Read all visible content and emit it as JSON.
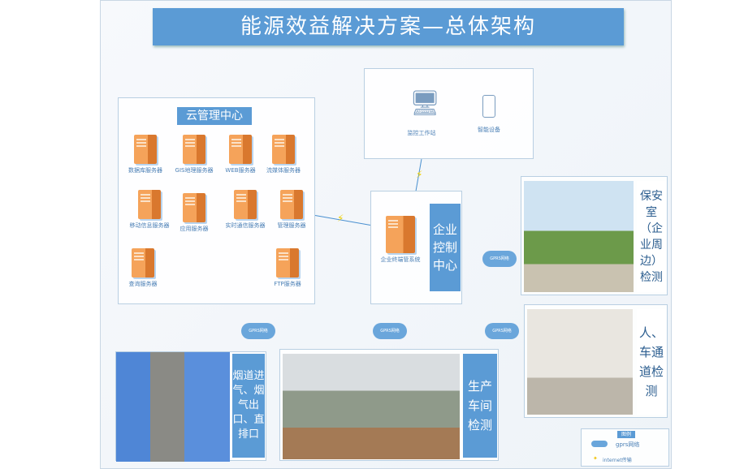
{
  "title": "能源效益解决方案—总体架构",
  "cloud_center": {
    "title": "云管理中心",
    "servers": [
      {
        "label": "数据库服务器",
        "icon": "database-server-icon"
      },
      {
        "label": "GIS地理服务器",
        "icon": "gis-server-icon"
      },
      {
        "label": "WEB服务器",
        "icon": "web-server-icon"
      },
      {
        "label": "流媒体服务器",
        "icon": "streaming-server-icon"
      },
      {
        "label": "移动信息服务器",
        "icon": "mobile-server-icon"
      },
      {
        "label": "应用服务器",
        "icon": "application-server-icon"
      },
      {
        "label": "实时通信服务器",
        "icon": "realtime-server-icon"
      },
      {
        "label": "管理服务器",
        "icon": "management-server-icon"
      },
      {
        "label": "查询服务器",
        "icon": "query-server-icon"
      },
      {
        "label": "FTP服务器",
        "icon": "ftp-server-icon"
      }
    ]
  },
  "clients": {
    "workstation": "监控工作站",
    "smart_device": "智能设备"
  },
  "enterprise": {
    "system": "企业终端管系统",
    "label": "企业控制中心"
  },
  "network": {
    "cloud": "GPRS网络"
  },
  "sites": {
    "guard": "保安室（企业周边）检测",
    "passage": "人、车通道检测",
    "chimney": "烟道进气、烟气出口、直排口",
    "workshop": "生产车间检测"
  },
  "legend": {
    "title": "图例",
    "gprs": "gprs网络",
    "internet": "internet传输"
  }
}
